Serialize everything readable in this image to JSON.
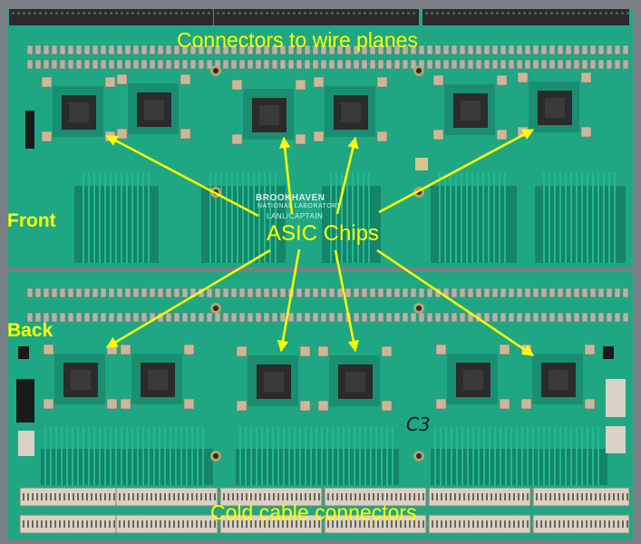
{
  "annotations": {
    "top": "Connectors to wire planes",
    "front": "Front",
    "asic": "ASIC Chips",
    "back": "Back",
    "bottom": "Cold cable connectors"
  },
  "board_markings": {
    "brand": "BROOKHAVEN",
    "lab": "NATIONAL LABORATORY",
    "project": "LANL/CAPTAIN",
    "back_mark": "C3"
  },
  "colors": {
    "pcb": "#1fa784",
    "pcb_dark": "#14856a",
    "annotation": "#ffff00",
    "background": "#7a7f86",
    "chip": "#2b2b2b",
    "connector": "#d9d2c4"
  }
}
